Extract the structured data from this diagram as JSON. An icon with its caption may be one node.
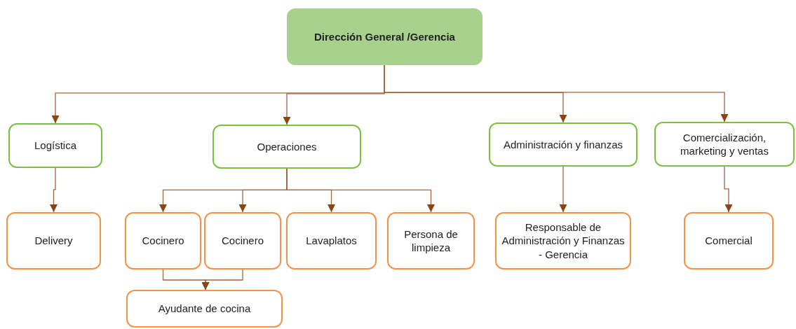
{
  "diagram": {
    "nodes": [
      {
        "text": [
          "Dirección General /Gerencia"
        ]
      },
      {
        "text": [
          "Logística"
        ]
      },
      {
        "text": [
          "Operaciones"
        ]
      },
      {
        "text": [
          "Administración y finanzas"
        ]
      },
      {
        "text": [
          "Comercialización, marketing y ventas"
        ]
      },
      {
        "text": [
          "Delivery"
        ]
      },
      {
        "text": [
          "Cocinero"
        ]
      },
      {
        "text": [
          "Cocinero"
        ]
      },
      {
        "text": [
          "Lavaplatos"
        ]
      },
      {
        "text": [
          "Persona de limpieza"
        ]
      },
      {
        "text": [
          "Responsable de Administración y Finanzas - Gerencia"
        ]
      },
      {
        "text": [
          "Comercial"
        ]
      },
      {
        "text": [
          "Ayudante de cocina"
        ]
      }
    ],
    "edges": [
      {
        "from": 0,
        "to": 1,
        "arrow": "to"
      },
      {
        "from": 0,
        "to": 2,
        "arrow": "to"
      },
      {
        "from": 0,
        "to": 3,
        "arrow": "to"
      },
      {
        "from": 0,
        "to": 4,
        "arrow": "to"
      },
      {
        "from": 1,
        "to": 5,
        "arrow": "to"
      },
      {
        "from": 2,
        "to": 6,
        "arrow": "to"
      },
      {
        "from": 2,
        "to": 7,
        "arrow": "to"
      },
      {
        "from": 2,
        "to": 8,
        "arrow": "to"
      },
      {
        "from": 2,
        "to": 9,
        "arrow": "to"
      },
      {
        "from": 3,
        "to": 10,
        "arrow": "to"
      },
      {
        "from": 4,
        "to": 11,
        "arrow": "to"
      },
      {
        "from": 6,
        "to": 12,
        "arrow": "to"
      },
      {
        "from": 7,
        "to": 12,
        "arrow": "to"
      }
    ]
  }
}
